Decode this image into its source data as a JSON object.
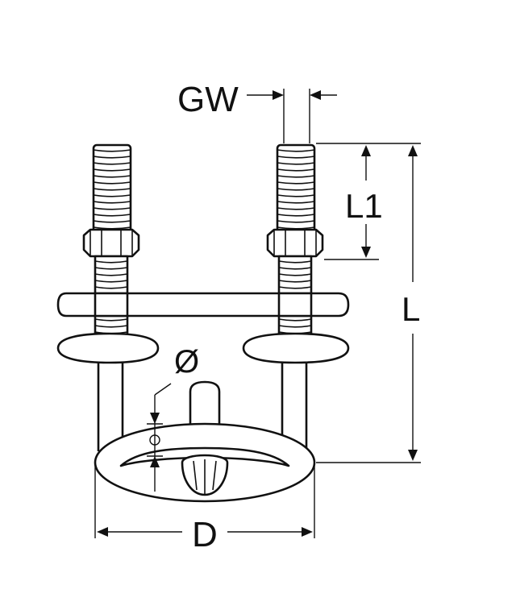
{
  "dimensions": {
    "gw": "GW",
    "l1": "L1",
    "l": "L",
    "d": "D",
    "diameter": "Ø"
  },
  "colors": {
    "line": "#111111",
    "background": "#ffffff"
  }
}
